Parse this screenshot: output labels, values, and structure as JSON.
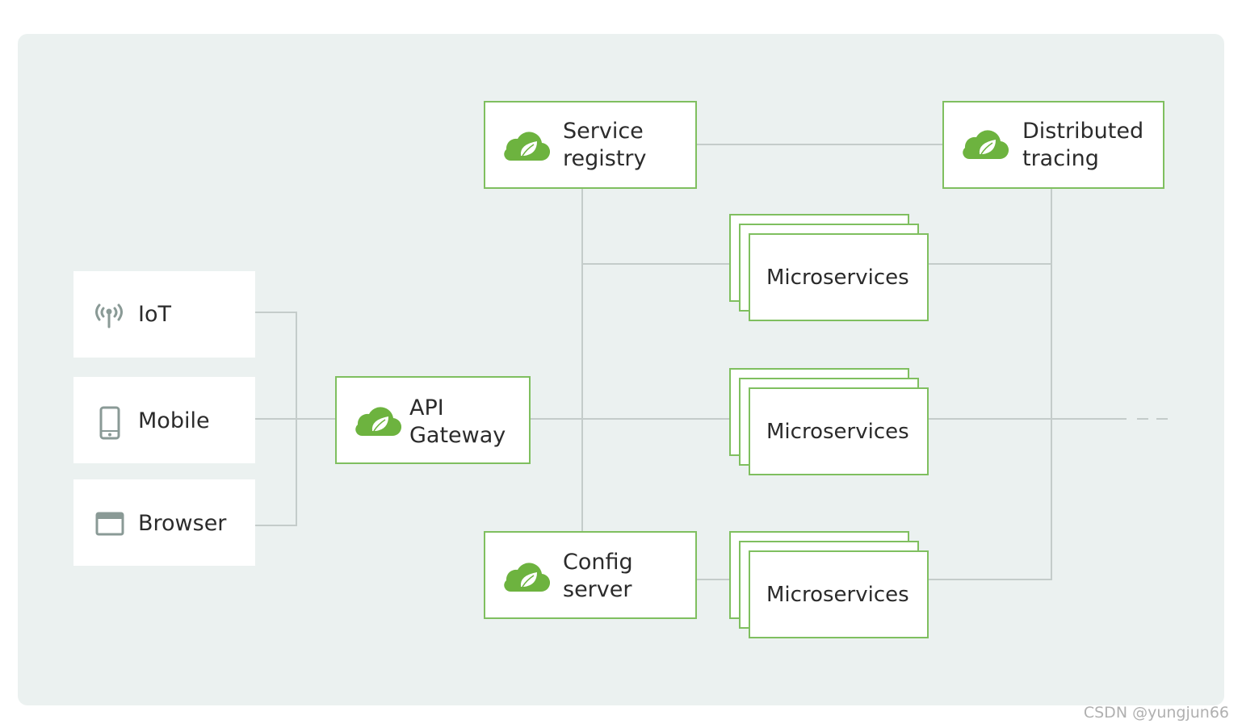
{
  "clients": {
    "iot": {
      "label": "IoT",
      "icon": "antenna-icon"
    },
    "mobile": {
      "label": "Mobile",
      "icon": "mobile-phone-icon"
    },
    "browser": {
      "label": "Browser",
      "icon": "browser-window-icon"
    }
  },
  "gateway": {
    "line1": "API",
    "line2": "Gateway",
    "icon": "spring-cloud-icon"
  },
  "service_registry": {
    "line1": "Service",
    "line2": "registry",
    "icon": "spring-cloud-icon"
  },
  "config_server": {
    "line1": "Config",
    "line2": "server",
    "icon": "spring-cloud-icon"
  },
  "distributed_tracing": {
    "line1": "Distributed",
    "line2": "tracing",
    "icon": "spring-cloud-icon"
  },
  "microservices": [
    {
      "label": "Microservices"
    },
    {
      "label": "Microservices"
    },
    {
      "label": "Microservices"
    }
  ],
  "watermark": "CSDN @yungjun66",
  "colors": {
    "panel_background": "#ebf1f0",
    "spring_green": "#6db33f",
    "box_border": "#7fbf5f",
    "connector_gray": "#c4ccca",
    "icon_gray": "#8a9a96",
    "text": "#2b2b2b"
  }
}
